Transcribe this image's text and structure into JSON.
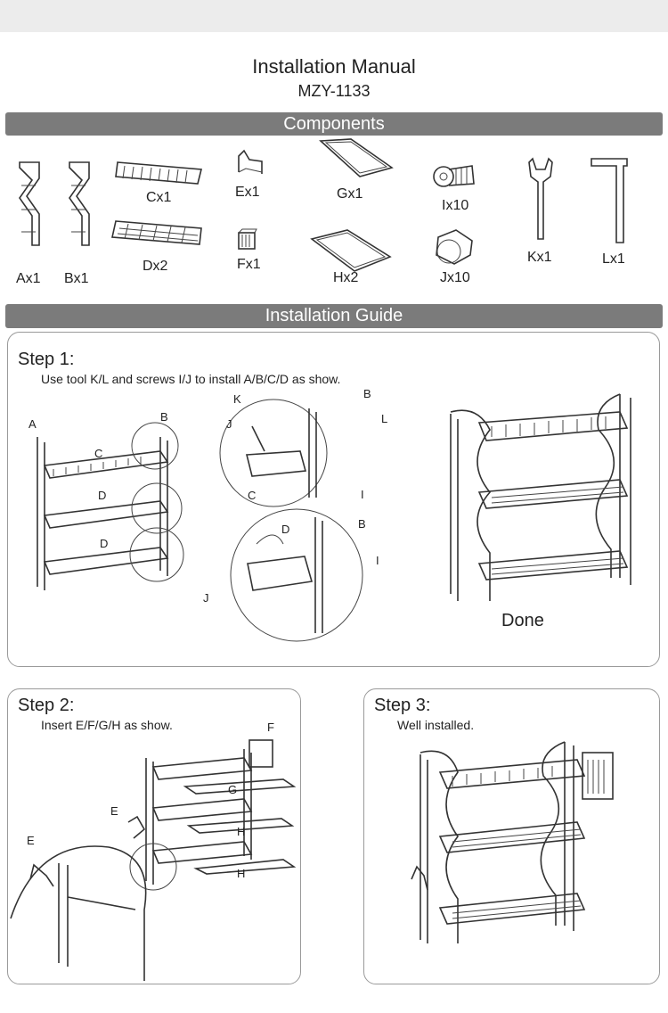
{
  "header": {
    "title": "Installation Manual",
    "model": "MZY-1133"
  },
  "sections": {
    "components": "Components",
    "guide": "Installation Guide"
  },
  "components": [
    {
      "id": "A",
      "label": "Ax1"
    },
    {
      "id": "B",
      "label": "Bx1"
    },
    {
      "id": "C",
      "label": "Cx1"
    },
    {
      "id": "D",
      "label": "Dx2"
    },
    {
      "id": "E",
      "label": "Ex1"
    },
    {
      "id": "F",
      "label": "Fx1"
    },
    {
      "id": "G",
      "label": "Gx1"
    },
    {
      "id": "H",
      "label": "Hx2"
    },
    {
      "id": "I",
      "label": "Ix10"
    },
    {
      "id": "J",
      "label": "Jx10"
    },
    {
      "id": "K",
      "label": "Kx1"
    },
    {
      "id": "L",
      "label": "Lx1"
    }
  ],
  "step1": {
    "title": "Step 1:",
    "desc": "Use tool K/L and screws I/J to install A/B/C/D as show.",
    "done": "Done",
    "callouts": {
      "A": "A",
      "B": "B",
      "C": "C",
      "D": "D",
      "I": "I",
      "J": "J",
      "K": "K",
      "L": "L"
    }
  },
  "step2": {
    "title": "Step 2:",
    "desc": "Insert E/F/G/H as show.",
    "callouts": {
      "E": "E",
      "F": "F",
      "G": "G",
      "H": "H"
    }
  },
  "step3": {
    "title": "Step 3:",
    "desc": "Well installed."
  }
}
